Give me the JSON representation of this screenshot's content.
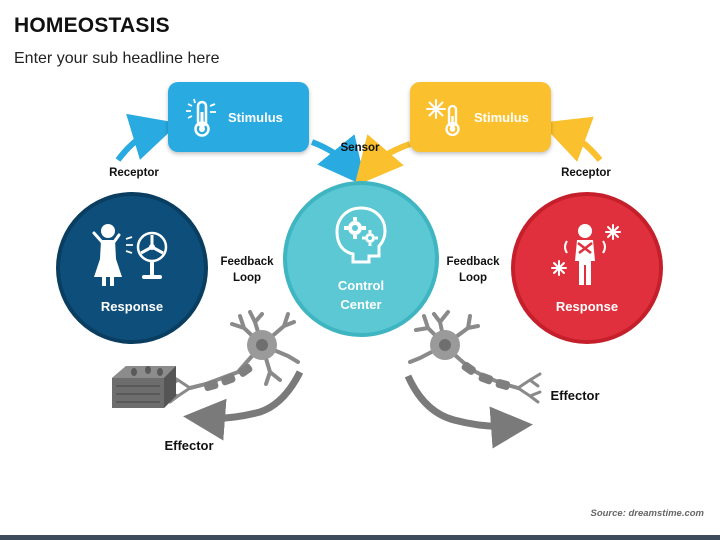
{
  "header": {
    "title": "HOMEOSTASIS",
    "subtitle": "Enter your sub headline here"
  },
  "stimulus_left": {
    "label": "Stimulus",
    "color": "#29abe2",
    "icon": "thermometer-hot-icon"
  },
  "stimulus_right": {
    "label": "Stimulus",
    "color": "#fbc02d",
    "icon": "thermometer-cold-icon"
  },
  "control_center": {
    "line1": "Control",
    "line2": "Center",
    "color": "#5bc8d3",
    "icon": "brain-gears-icon"
  },
  "response_left": {
    "label": "Response",
    "color": "#0d4f7a",
    "icon": "person-fan-icon"
  },
  "response_right": {
    "label": "Response",
    "color": "#e0303d",
    "icon": "person-shivering-icon"
  },
  "labels": {
    "receptor_left": "Receptor",
    "receptor_right": "Receptor",
    "sensor": "Sensor",
    "feedback_left_1": "Feedback",
    "feedback_left_2": "Loop",
    "feedback_right_1": "Feedback",
    "feedback_right_2": "Loop",
    "effector_left": "Effector",
    "effector_right": "Effector"
  },
  "source": "Source: dreamstime.com"
}
